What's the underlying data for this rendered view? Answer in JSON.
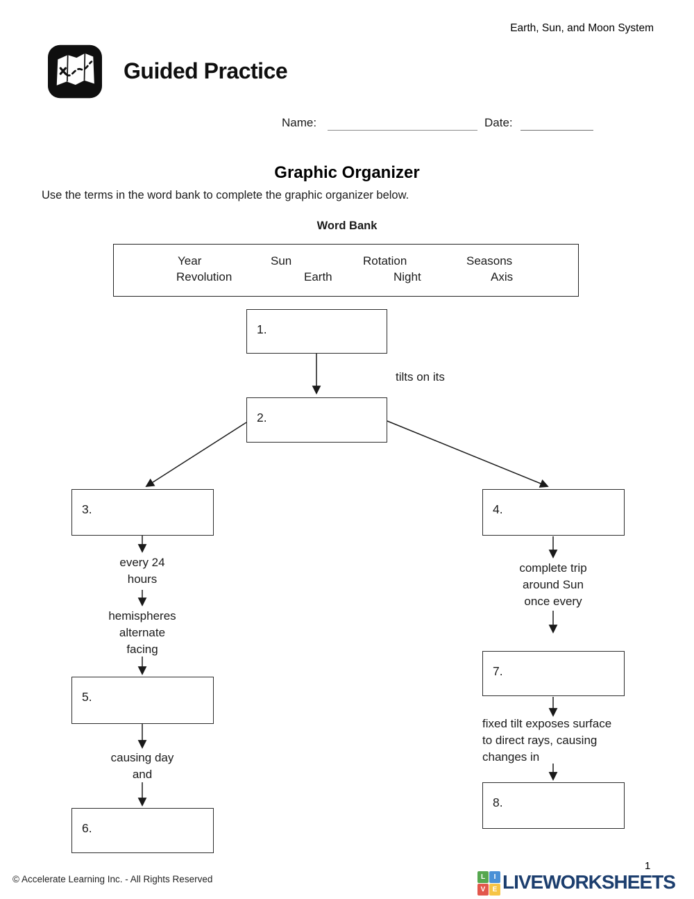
{
  "header": {
    "unit_title": "Earth, Sun, and Moon System",
    "practice_title": "Guided Practice",
    "name_label": "Name:",
    "date_label": "Date:"
  },
  "page": {
    "title": "Graphic Organizer",
    "instructions": "Use the terms in the word bank to complete the graphic organizer below."
  },
  "word_bank": {
    "title": "Word Bank",
    "row1": [
      "Year",
      "Sun",
      "Rotation",
      "Seasons"
    ],
    "row2": [
      "Revolution",
      "Earth",
      "Night",
      "Axis"
    ]
  },
  "organizer": {
    "box_numbers": [
      "1.",
      "2.",
      "3.",
      "4.",
      "5.",
      "6.",
      "7.",
      "8."
    ],
    "labels": {
      "tilts_on_its": "tilts on its",
      "every_24_hours": [
        "every 24",
        "hours"
      ],
      "hemispheres": [
        "hemispheres",
        "alternate",
        "facing"
      ],
      "causing_day": [
        "causing day",
        "and"
      ],
      "complete_trip": [
        "complete trip",
        "around Sun",
        "once every"
      ],
      "fixed_tilt": [
        "fixed tilt exposes surface",
        "to direct rays, causing",
        "changes in"
      ]
    }
  },
  "footer": {
    "copyright": "© Accelerate Learning Inc. - All Rights Reserved",
    "page_number": "1",
    "brand_text": "LIVEWORKSHEETS",
    "brand_squares": [
      "L",
      "I",
      "V",
      "E"
    ],
    "brand_colors": {
      "l_green": "#56a74f",
      "i_blue": "#4a90d6",
      "v_red": "#e2574c",
      "e_yellow": "#f6c445",
      "text_navy": "#1c3e6e"
    }
  }
}
